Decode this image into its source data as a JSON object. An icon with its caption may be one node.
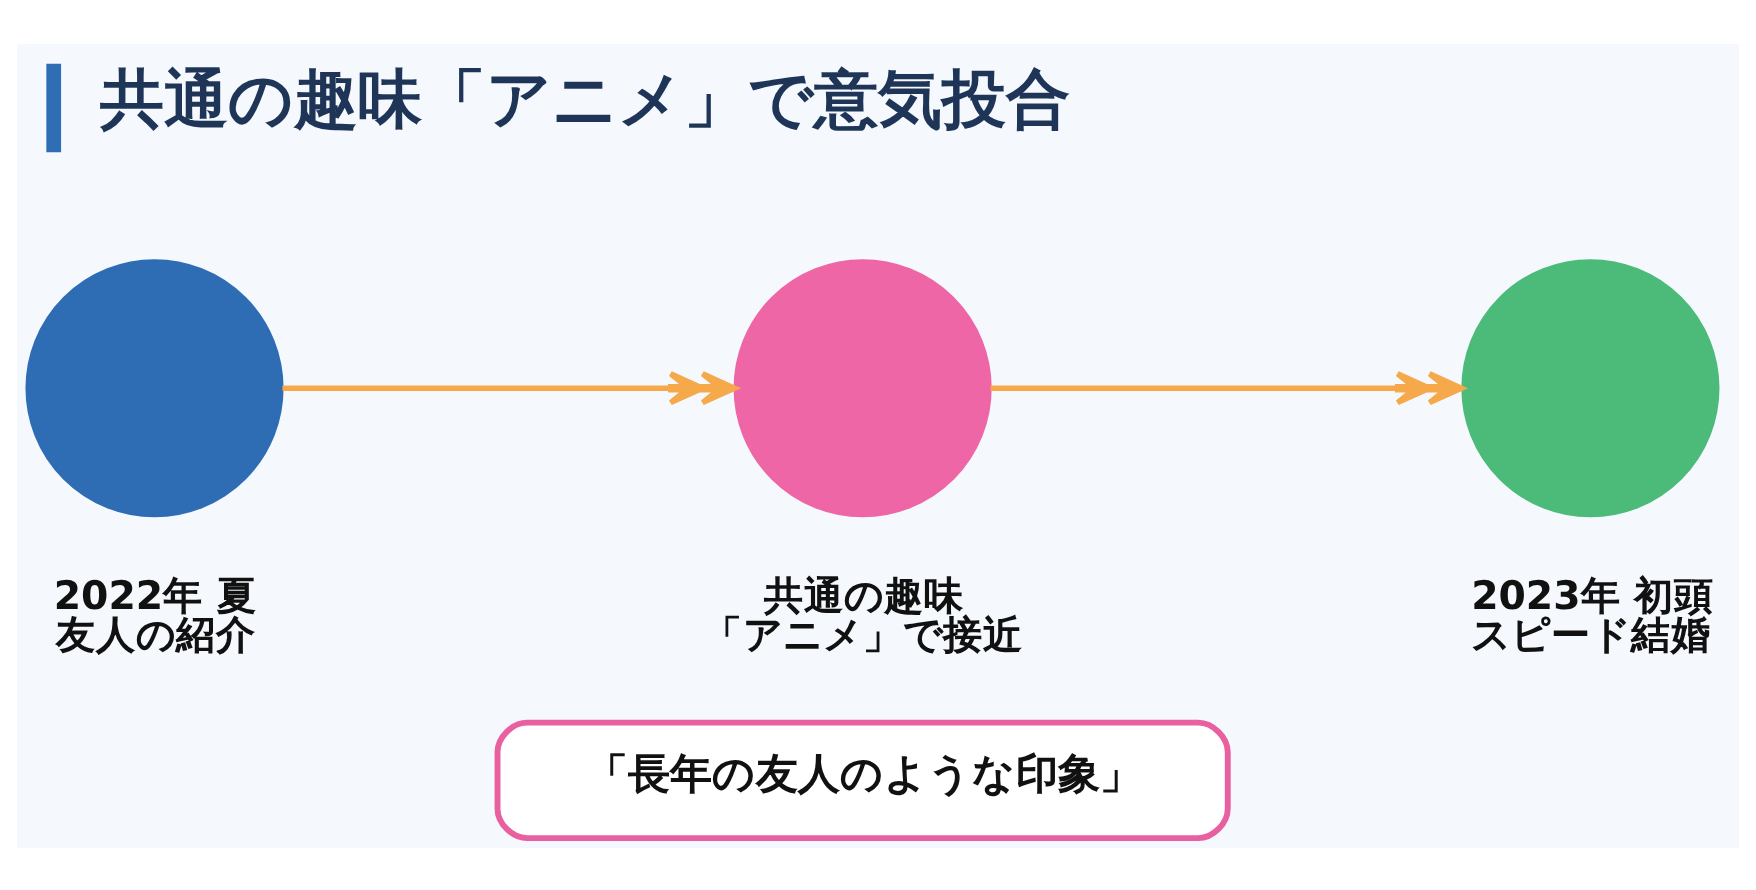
{
  "diagram": {
    "title": "共通の趣味「アニメ」で意気投合",
    "nodes": [
      {
        "text": [],
        "shape": "circle",
        "beside": [
          "2022年 夏",
          "友人の紹介"
        ]
      },
      {
        "text": [],
        "shape": "circle",
        "beside": [
          "共通の趣味",
          "「アニメ」で接近"
        ]
      },
      {
        "text": [],
        "shape": "circle",
        "beside": [
          "2023年 初頭",
          "スピード結婚"
        ]
      },
      {
        "text": [
          "「長年の友人のような印象」"
        ]
      }
    ],
    "edges": [
      {
        "from": 0,
        "to": 1,
        "arrow": "to"
      },
      {
        "from": 1,
        "to": 2,
        "arrow": "to"
      }
    ]
  }
}
